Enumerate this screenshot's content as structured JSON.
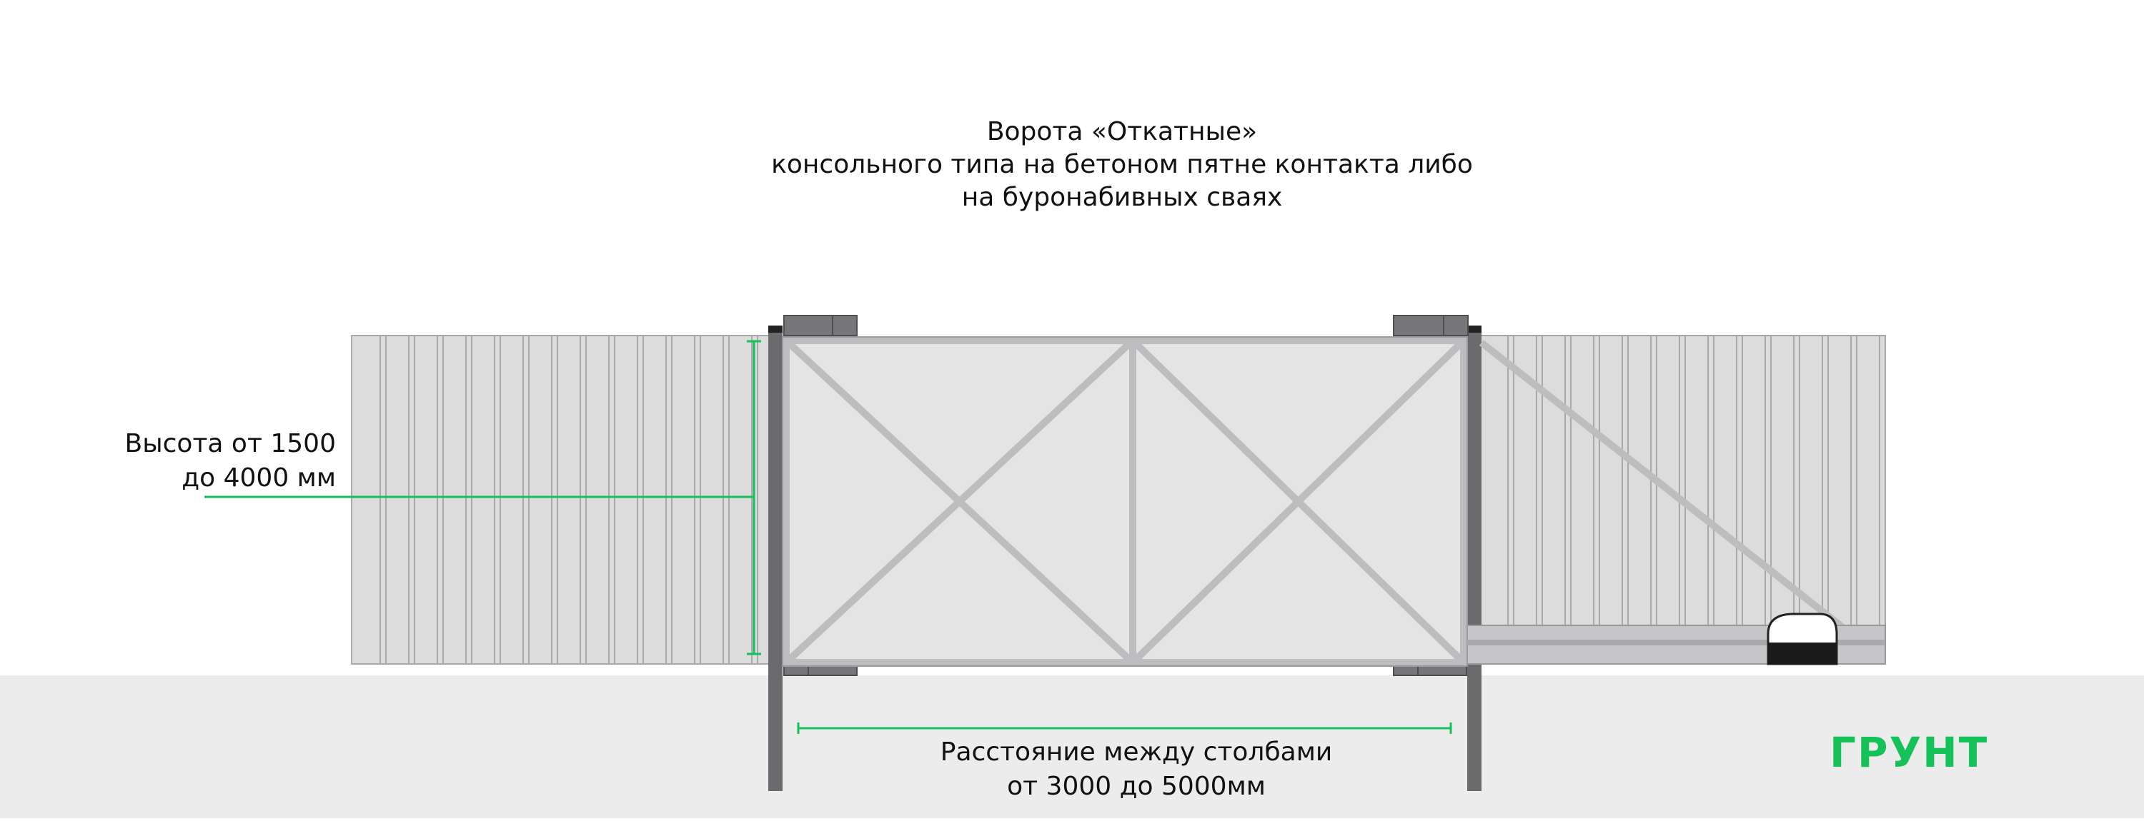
{
  "title": {
    "line1": "Ворота «Откатные»",
    "line2": "консольного типа на бетоном пятне контакта либо",
    "line3": "на буронабивных сваях"
  },
  "height_label": {
    "line1": "Высота от 1500",
    "line2": "до 4000 мм"
  },
  "distance_label": {
    "line1": "Расстояние между столбами",
    "line2": "от 3000 до 5000мм"
  },
  "ground_label": "ГРУНТ",
  "colors": {
    "accent": "#16c15a",
    "ground": "#ececec",
    "fence_fill": "#dcdcdd",
    "fence_stroke": "#a9a9ab",
    "post": "#6b6b6d",
    "frame": "#bdbdbf",
    "text": "#111111"
  }
}
